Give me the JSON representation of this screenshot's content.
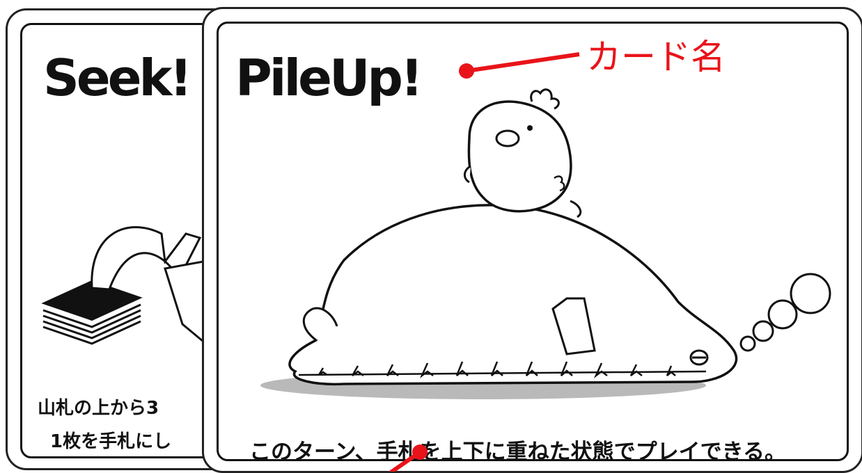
{
  "cards": {
    "back": {
      "title": "Seek!",
      "description_line1": "山札の上から3",
      "description_line2": "1枚を手札にし"
    },
    "front": {
      "title": "PileUp!",
      "description": "このターン、手札を上下に重ねた状態でプレイできる。"
    }
  },
  "annotations": {
    "card_name_label": "カード名",
    "color": "#e8141a"
  },
  "icons": [
    "card-stack-icon",
    "curved-arrow-icon",
    "chick-character",
    "sleeping-creature",
    "thought-bubble-icon"
  ]
}
